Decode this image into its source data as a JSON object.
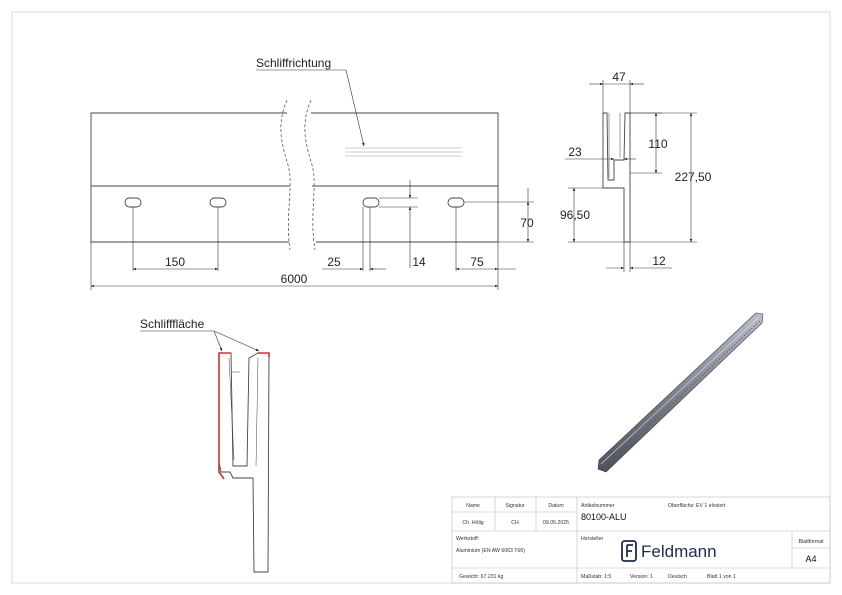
{
  "drawing": {
    "front": {
      "direction_label": "Schliffrichtung",
      "dims": {
        "pitch": "150",
        "d25": "25",
        "d14": "14",
        "d75": "75",
        "d70": "70",
        "length": "6000"
      }
    },
    "section": {
      "dims": {
        "top_width": "47",
        "d23": "23",
        "d110": "110",
        "height": "227,50",
        "d96": "96,50",
        "d12": "12"
      }
    },
    "detail": {
      "surface_label": "Schlifffläche"
    }
  },
  "title_block": {
    "headers": {
      "name": "Name",
      "signature": "Signatur",
      "date": "Datum"
    },
    "row": {
      "name": "Ch. Hölig",
      "signature": "CH",
      "date": "09.05.2025"
    },
    "article_label": "Artikelnummer",
    "article_number": "80100-ALU",
    "surface_label": "Oberfläche:",
    "surface_value": "EV 1 eloxiert",
    "material_label": "Werkstoff:",
    "material_value": "Aluminium (EN AW 6063 T66)",
    "manufacturer_label": "Hersteller",
    "brand": "Feldmann",
    "format_label": "Blattformat",
    "format_value": "A4",
    "weight": "Gewicht: 67.231 kg",
    "scale": "Maßstab: 1:5",
    "version": "Version: 1",
    "language": "Deutsch",
    "sheet": "Blatt 1 von 1"
  }
}
